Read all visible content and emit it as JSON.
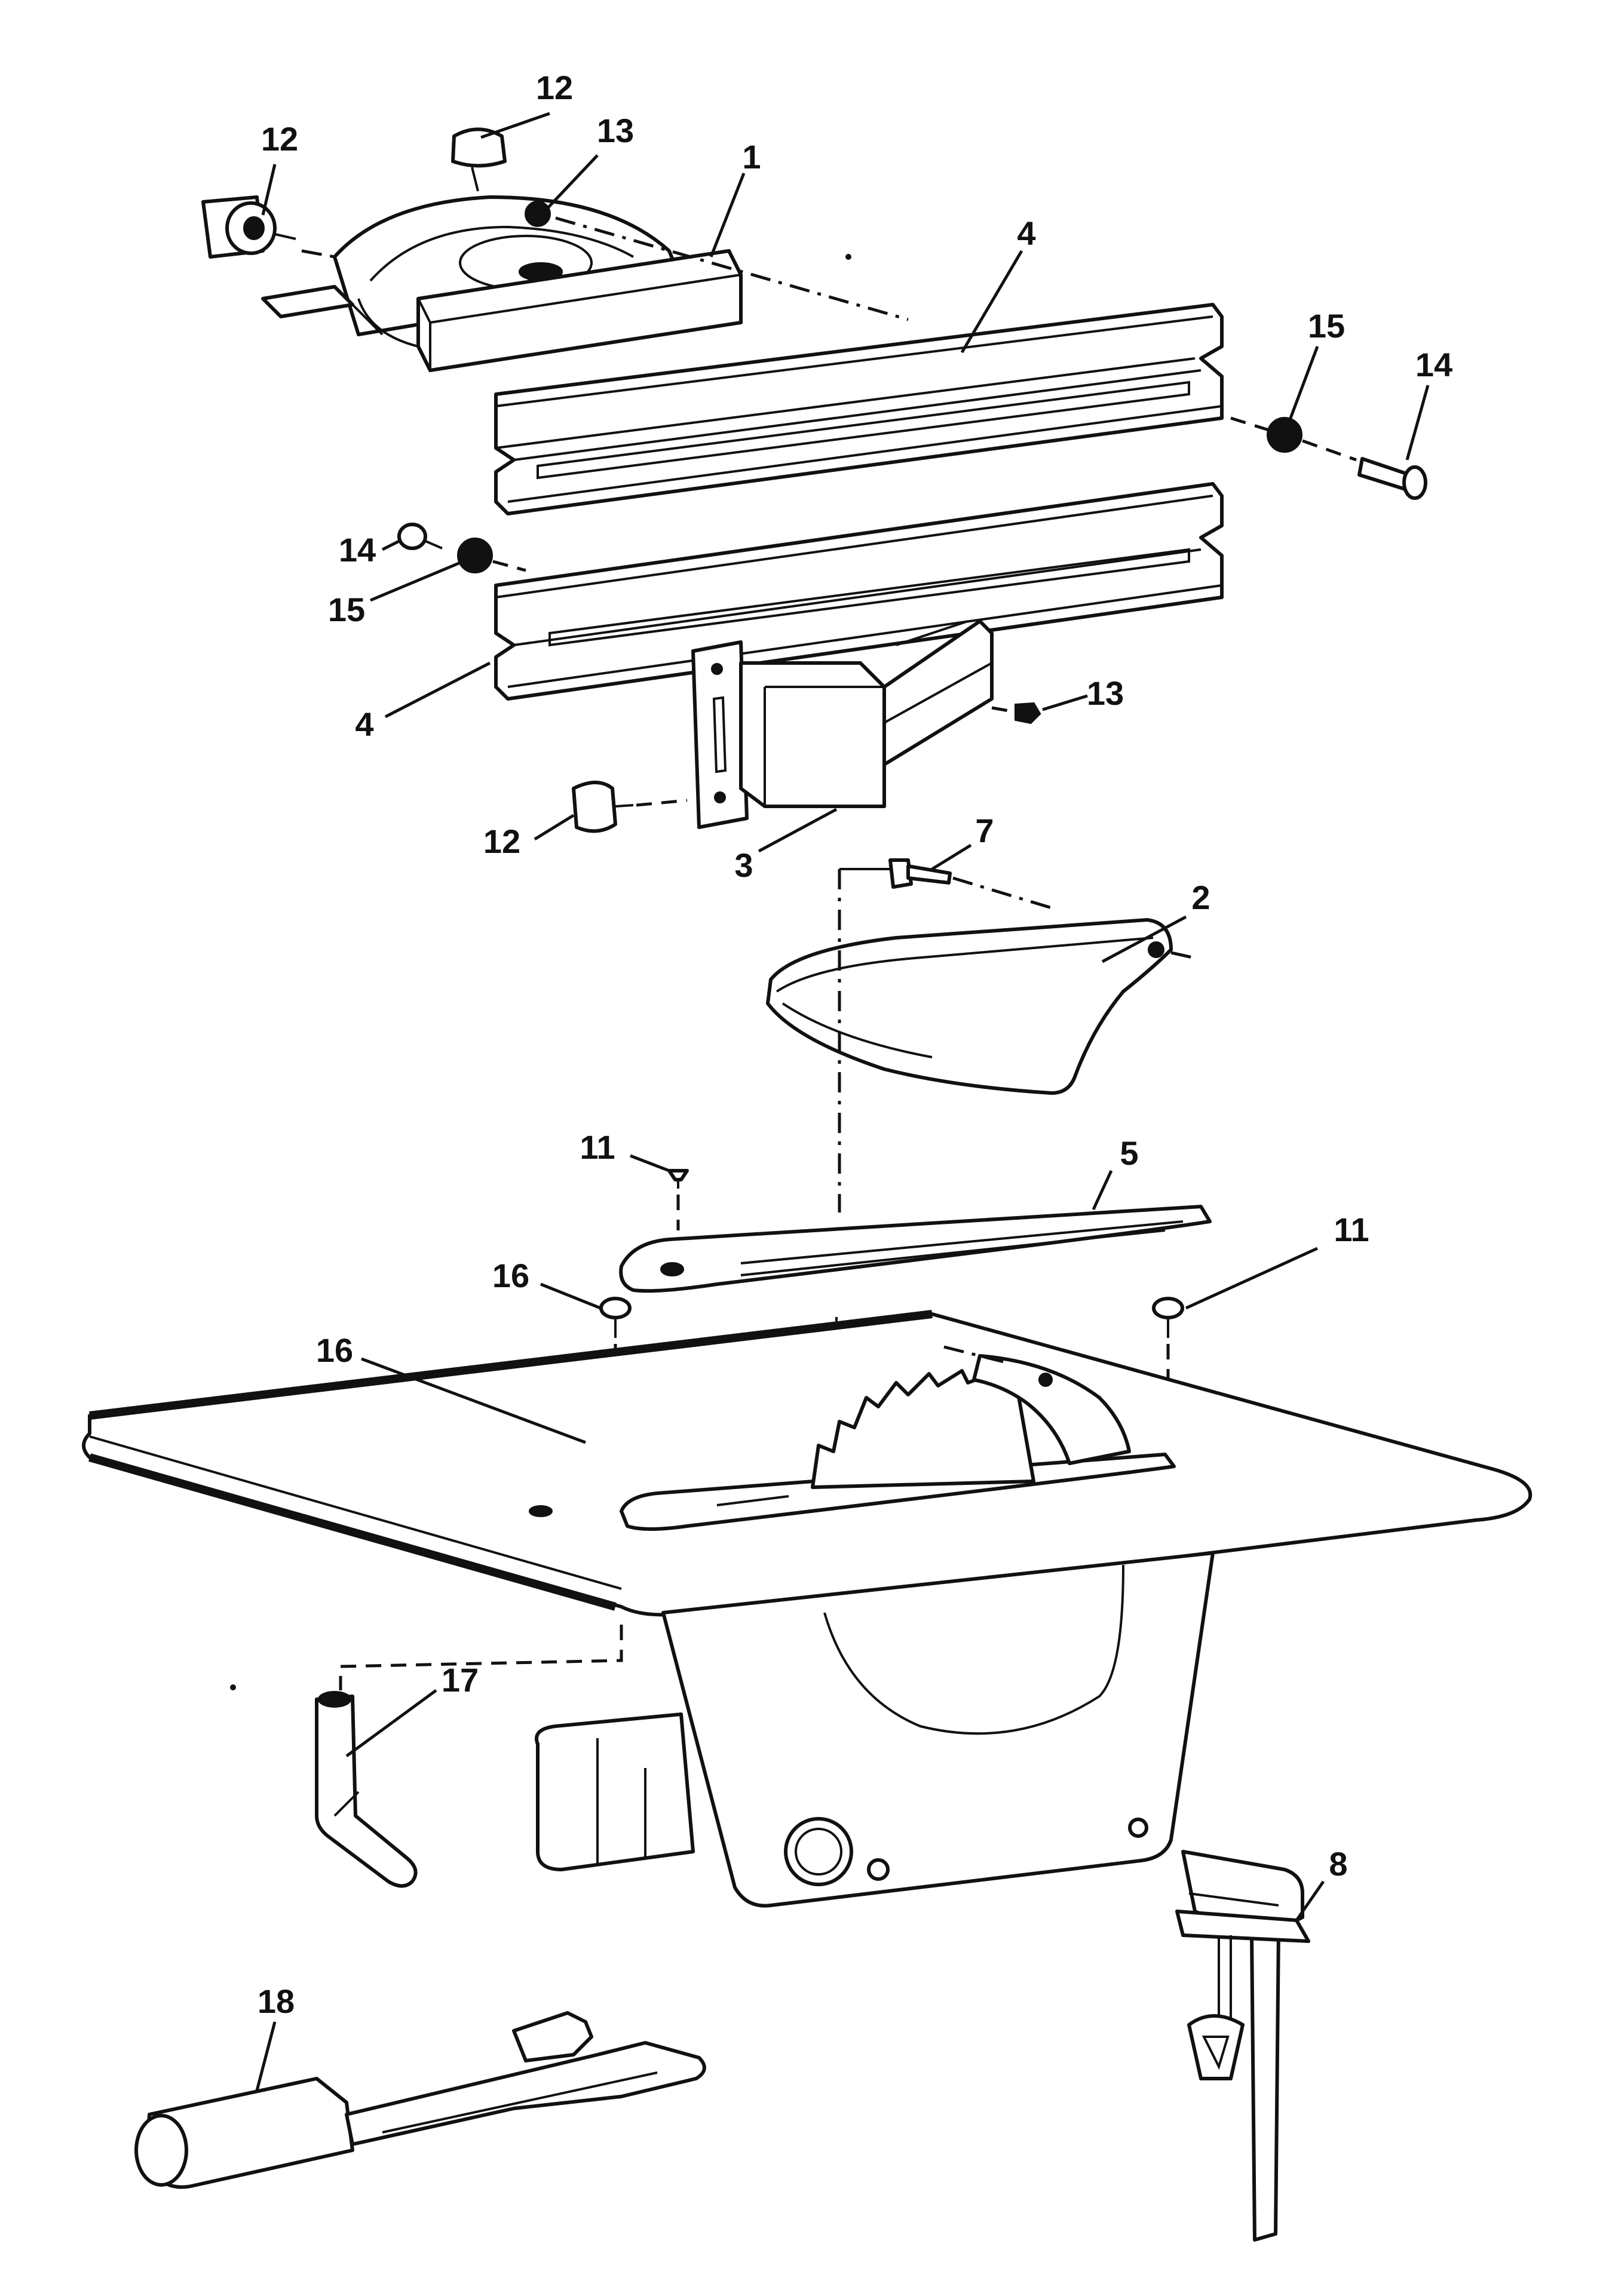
{
  "callouts": [
    {
      "id": "c1",
      "label": "1"
    },
    {
      "id": "c2",
      "label": "2"
    },
    {
      "id": "c3",
      "label": "3"
    },
    {
      "id": "c4a",
      "label": "4"
    },
    {
      "id": "c4b",
      "label": "4"
    },
    {
      "id": "c5",
      "label": "5"
    },
    {
      "id": "c7",
      "label": "7"
    },
    {
      "id": "c8",
      "label": "8"
    },
    {
      "id": "c11a",
      "label": "11"
    },
    {
      "id": "c11b",
      "label": "11"
    },
    {
      "id": "c12a",
      "label": "12"
    },
    {
      "id": "c12b",
      "label": "12"
    },
    {
      "id": "c12c",
      "label": "12"
    },
    {
      "id": "c13a",
      "label": "13"
    },
    {
      "id": "c13b",
      "label": "13"
    },
    {
      "id": "c14a",
      "label": "14"
    },
    {
      "id": "c14b",
      "label": "14"
    },
    {
      "id": "c15a",
      "label": "15"
    },
    {
      "id": "c15b",
      "label": "15"
    },
    {
      "id": "c16a",
      "label": "16"
    },
    {
      "id": "c16b",
      "label": "16"
    },
    {
      "id": "c17",
      "label": "17"
    },
    {
      "id": "c18",
      "label": "18"
    }
  ]
}
